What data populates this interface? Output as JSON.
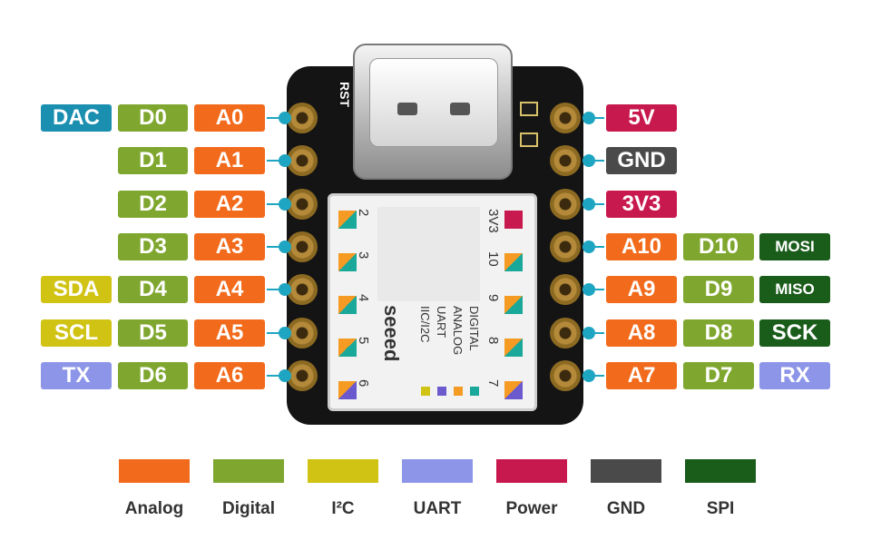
{
  "colors": {
    "analog": "#f26a1b",
    "digital": "#7fa72f",
    "i2c": "#d0c314",
    "uart": "#8c95e8",
    "power": "#c8194f",
    "gnd": "#4a4a4a",
    "spi": "#1a5c1a",
    "dac": "#1a8fb0",
    "connector": "#1ea5c2"
  },
  "board": {
    "reset_label": "RST",
    "brand": "seeed",
    "silk_left": [
      "2",
      "3",
      "4",
      "5",
      "6"
    ],
    "silk_right": [
      "3V3",
      "10",
      "9",
      "8",
      "7"
    ],
    "silk_key": [
      "IIC/I2C",
      "UART",
      "ANALOG",
      "DIGITAL"
    ],
    "icon": "xiao-board-icon"
  },
  "pins_left": [
    {
      "extra": "DAC",
      "extra_type": "dac",
      "digital": "D0",
      "analog": "A0"
    },
    {
      "extra": "",
      "extra_type": "",
      "digital": "D1",
      "analog": "A1"
    },
    {
      "extra": "",
      "extra_type": "",
      "digital": "D2",
      "analog": "A2"
    },
    {
      "extra": "",
      "extra_type": "",
      "digital": "D3",
      "analog": "A3"
    },
    {
      "extra": "SDA",
      "extra_type": "i2c",
      "digital": "D4",
      "analog": "A4"
    },
    {
      "extra": "SCL",
      "extra_type": "i2c",
      "digital": "D5",
      "analog": "A5"
    },
    {
      "extra": "TX",
      "extra_type": "uart",
      "digital": "D6",
      "analog": "A6"
    }
  ],
  "pins_right": [
    {
      "first": "5V",
      "first_type": "power",
      "digital": "",
      "extra": "",
      "extra_type": ""
    },
    {
      "first": "GND",
      "first_type": "gnd",
      "digital": "",
      "extra": "",
      "extra_type": ""
    },
    {
      "first": "3V3",
      "first_type": "power",
      "digital": "",
      "extra": "",
      "extra_type": ""
    },
    {
      "first": "A10",
      "first_type": "analog",
      "digital": "D10",
      "extra": "MOSI",
      "extra_type": "spi"
    },
    {
      "first": "A9",
      "first_type": "analog",
      "digital": "D9",
      "extra": "MISO",
      "extra_type": "spi"
    },
    {
      "first": "A8",
      "first_type": "analog",
      "digital": "D8",
      "extra": "SCK",
      "extra_type": "spi"
    },
    {
      "first": "A7",
      "first_type": "analog",
      "digital": "D7",
      "extra": "RX",
      "extra_type": "uart"
    }
  ],
  "legend": [
    {
      "label": "Analog",
      "type": "analog"
    },
    {
      "label": "Digital",
      "type": "digital"
    },
    {
      "label": "I²C",
      "type": "i2c"
    },
    {
      "label": "UART",
      "type": "uart"
    },
    {
      "label": "Power",
      "type": "power"
    },
    {
      "label": "GND",
      "type": "gnd"
    },
    {
      "label": "SPI",
      "type": "spi"
    }
  ]
}
